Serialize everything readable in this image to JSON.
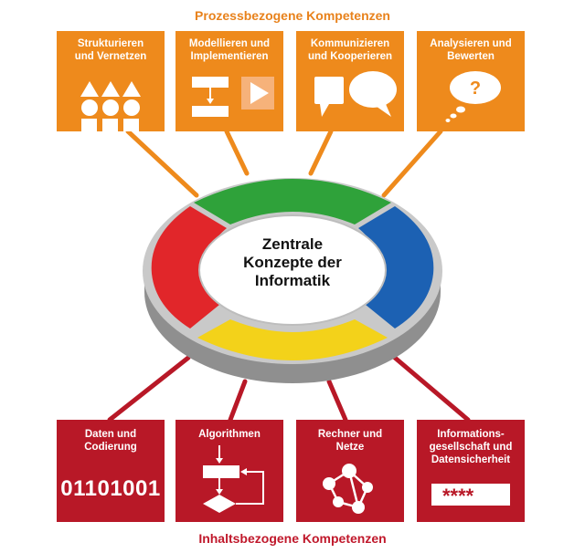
{
  "top_heading": "Prozessbezogene Kompetenzen",
  "bottom_heading": "Inhaltsbezogene Kompetenzen",
  "center_label": "Zentrale\nKonzepte der\nInformatik",
  "process_competencies": [
    {
      "label": "Strukturieren\nund Vernetzen",
      "icon": "shapes-icon"
    },
    {
      "label": "Modellieren und\nImplementieren",
      "icon": "flowchart-play-icon"
    },
    {
      "label": "Kommunizieren\nund Kooperieren",
      "icon": "speech-bubbles-icon"
    },
    {
      "label": "Analysieren und\nBewerten",
      "icon": "thought-bubble-icon",
      "icon_text": "?"
    }
  ],
  "content_competencies": [
    {
      "label": "Daten und\nCodierung",
      "icon": "binary-icon",
      "icon_text": "01101001"
    },
    {
      "label": "Algorithmen",
      "icon": "flowchart-icon"
    },
    {
      "label": "Rechner und\nNetze",
      "icon": "network-icon"
    },
    {
      "label": "Informations-\ngesellschaft und\nDatensicherheit",
      "icon": "password-field-icon",
      "icon_text": "****"
    }
  ],
  "colors": {
    "orange": "#ee8a1c",
    "red": "#b81827",
    "ring_green": "#2fa23a",
    "ring_blue": "#1c61b3",
    "ring_yellow": "#f3d21a",
    "ring_red": "#e1262a"
  }
}
